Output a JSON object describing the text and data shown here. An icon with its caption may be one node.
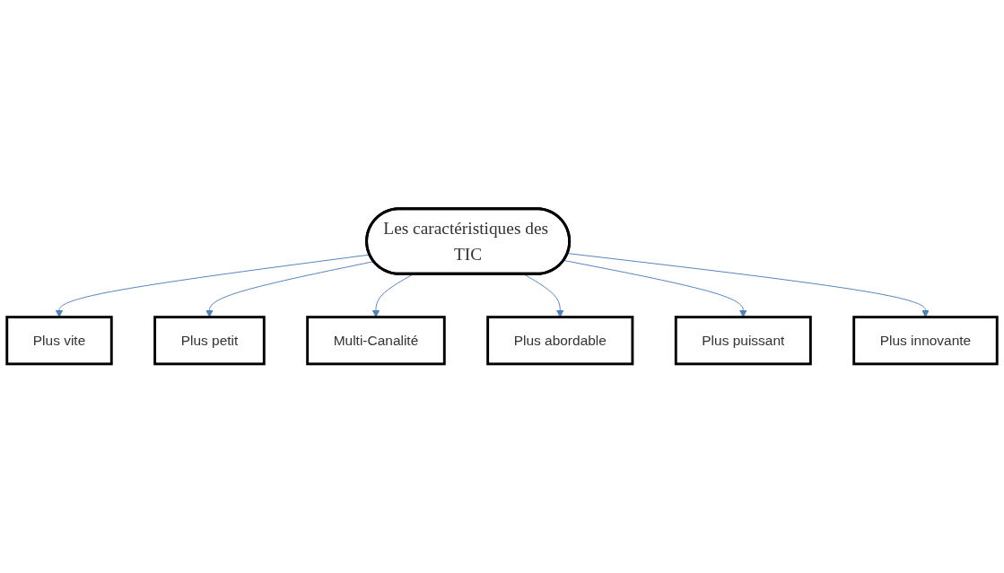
{
  "diagram": {
    "nodes": [
      {
        "text": [
          "Les caractéristiques des TIC"
        ]
      },
      {
        "text": [
          "Plus vite"
        ]
      },
      {
        "text": [
          "Plus petit"
        ]
      },
      {
        "text": [
          "Multi-Canalité"
        ]
      },
      {
        "text": [
          "Plus abordable"
        ]
      },
      {
        "text": [
          "Plus puissant"
        ]
      },
      {
        "text": [
          "Plus innovante"
        ]
      }
    ],
    "edges": [
      {
        "from": 0,
        "to": 1,
        "arrow": "to"
      },
      {
        "from": 0,
        "to": 2,
        "arrow": "to"
      },
      {
        "from": 0,
        "to": 3,
        "arrow": "to"
      },
      {
        "from": 0,
        "to": 4,
        "arrow": "to"
      },
      {
        "from": 0,
        "to": 5,
        "arrow": "to"
      },
      {
        "from": 0,
        "to": 6,
        "arrow": "to"
      }
    ]
  }
}
